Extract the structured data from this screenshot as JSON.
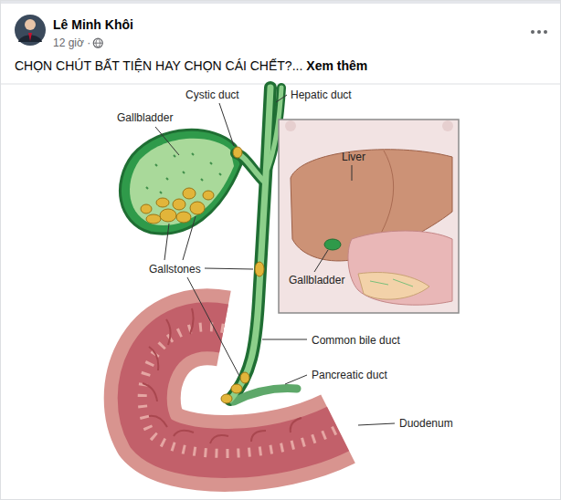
{
  "diagram": {
    "labels": [
      "Lê Minh Khôi",
      "12 giờ ·",
      "CHỌN CHÚT BẤT TIỆN HAY CHỌN CÁI CHẾT?...",
      "Xem thêm",
      "Cystic duct",
      "Hepatic duct",
      "Gallbladder",
      "Liver",
      "Gallbladder",
      "Gallstones",
      "Common bile duct",
      "Pancreatic duct",
      "Duodenum"
    ]
  }
}
